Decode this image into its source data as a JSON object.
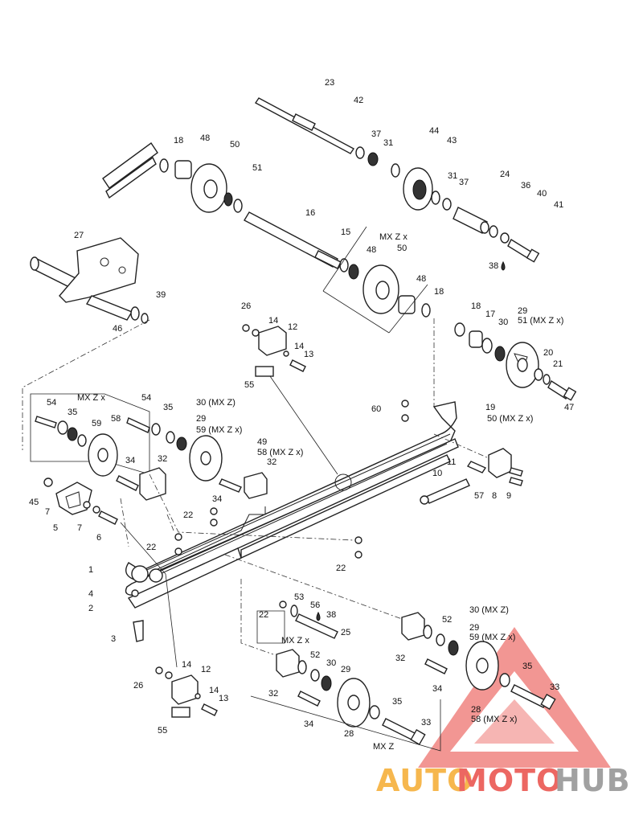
{
  "callouts": {
    "c1": "1",
    "c2": "2",
    "c3": "3",
    "c4": "4",
    "c5": "5",
    "c6": "6",
    "c7a": "7",
    "c7b": "7",
    "c8": "8",
    "c9": "9",
    "c10": "10",
    "c11": "11",
    "c12a": "12",
    "c12b": "12",
    "c13a": "13",
    "c13b": "13",
    "c14a": "14",
    "c14b": "14",
    "c14c": "14",
    "c14d": "14",
    "c15": "15",
    "c16": "16",
    "c17": "17",
    "c18a": "18",
    "c18b": "18",
    "c18c": "18",
    "c19": "19",
    "c20": "20",
    "c21": "21",
    "c22a": "22",
    "c22b": "22",
    "c22c": "22",
    "c22d": "22",
    "c23": "23",
    "c24": "24",
    "c25": "25",
    "c26a": "26",
    "c26b": "26",
    "c27": "27",
    "c28a": "28",
    "c28b": "28",
    "c29a": "29",
    "c29b": "29",
    "c29c": "29",
    "c29d": "29",
    "c30a": "30",
    "c30b": "30 (MX Z)",
    "c30c": "30",
    "c30d": "30 (MX Z)",
    "c31a": "31",
    "c31b": "31",
    "c32a": "32",
    "c32b": "32",
    "c32c": "32",
    "c32d": "32",
    "c33a": "33",
    "c33b": "33",
    "c34a": "34",
    "c34b": "34",
    "c34c": "34",
    "c34d": "34",
    "c35a": "35",
    "c35b": "35",
    "c35c": "35",
    "c35d": "35",
    "c36": "36",
    "c37a": "37",
    "c37b": "37",
    "c38a": "38",
    "c38b": "38",
    "c39": "39",
    "c40": "40",
    "c41": "41",
    "c42": "42",
    "c43": "43",
    "c44": "44",
    "c45": "45",
    "c46": "46",
    "c47": "47",
    "c48a": "48",
    "c48b": "48",
    "c48c": "48",
    "c49": "49",
    "c50a": "50",
    "c50b": "50",
    "c50c": "50 (MX Z x)",
    "c51a": "51",
    "c51b": "51 (MX Z x)",
    "c52a": "52",
    "c52b": "52",
    "c53": "53",
    "c54a": "54",
    "c54b": "54",
    "c55a": "55",
    "c55b": "55",
    "c56": "56",
    "c57": "57",
    "c58a": "58",
    "c58b": "58 (MX Z x)",
    "c58c": "58 (MX Z x)",
    "c59a": "59",
    "c59b": "59 (MX Z x)",
    "c59c": "59 (MX Z x)",
    "c60": "60"
  },
  "variant_labels": {
    "mxzx_top": "MX Z x",
    "mxzx_left": "MX Z x",
    "mxzx_mid": "MX Z x",
    "mxz_bottom": "MX Z"
  },
  "watermark": {
    "part1": "AUTO",
    "part2": "MOTO",
    "part3": "HUB",
    "color_orange": "#f5a623",
    "color_red": "#e8423c",
    "color_gray": "#8a8a8a"
  }
}
